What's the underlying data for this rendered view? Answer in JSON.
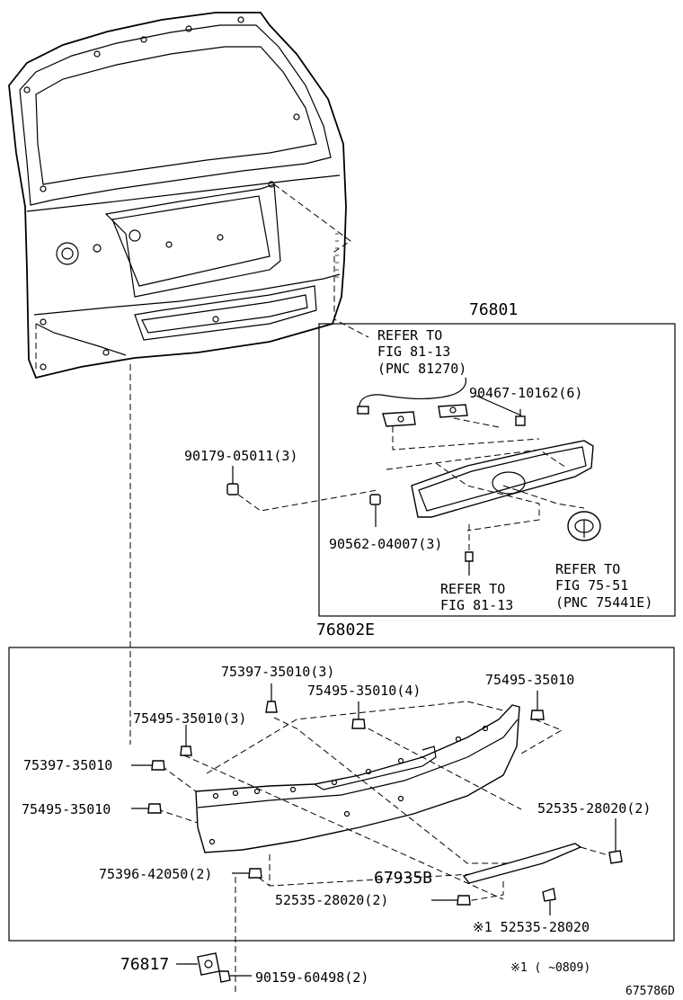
{
  "diagram_id": "675786D",
  "footnote": "※1 (      ~0809)",
  "assemblies": {
    "upper_box_number": "76801",
    "lower_box_number": "76802E"
  },
  "refer_notes": {
    "wire": [
      "REFER TO",
      "FIG 81-13",
      "(PNC 81270)"
    ],
    "bolt": [
      "REFER TO",
      "FIG 81-13"
    ],
    "emblem": [
      "REFER TO",
      "FIG 75-51",
      "(PNC 75441E)"
    ]
  },
  "parts": {
    "p_90467": "90467-10162(6)",
    "p_90179": "90179-05011(3)",
    "p_90562": "90562-04007(3)",
    "p_75397_3": "75397-35010(3)",
    "p_75495_4": "75495-35010(4)",
    "p_75495_r": "75495-35010",
    "p_75495_3": "75495-35010(3)",
    "p_75397": "75397-35010",
    "p_75495_l": "75495-35010",
    "p_52535_2r": "52535-28020(2)",
    "p_75396": "75396-42050(2)",
    "p_67935": "67935B",
    "p_52535_2b": "52535-28020(2)",
    "p_52535_n": "※1 52535-28020",
    "p_76817": "76817",
    "p_90159": "90159-60498(2)"
  }
}
